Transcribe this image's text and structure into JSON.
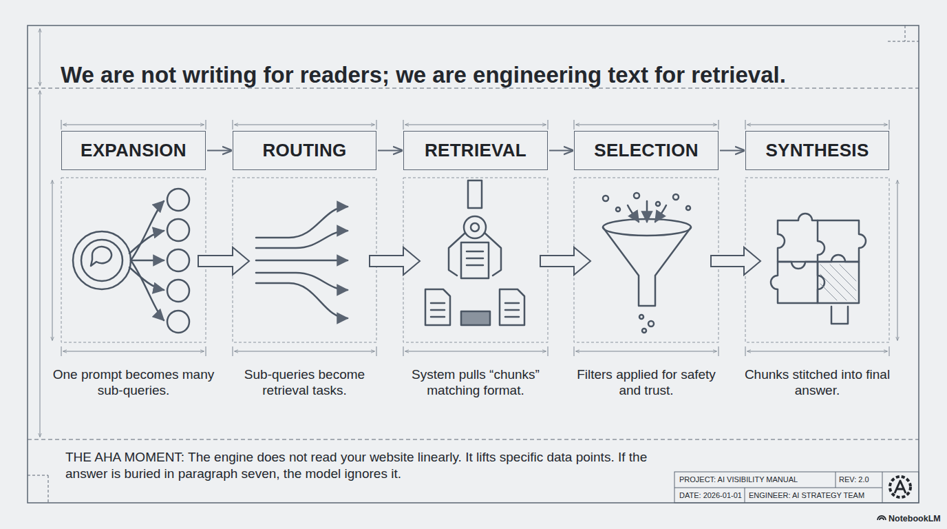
{
  "diagram": {
    "title": "We are not writing for readers; we are engineering text for retrieval.",
    "nodes": [
      {
        "text": [
          "EXPANSION"
        ]
      },
      {
        "text": [
          "ROUTING"
        ]
      },
      {
        "text": [
          "RETRIEVAL"
        ]
      },
      {
        "text": [
          "SELECTION"
        ]
      },
      {
        "text": [
          "SYNTHESIS"
        ]
      }
    ],
    "edges": [
      {
        "from": 0,
        "to": 1,
        "arrow": "to"
      },
      {
        "from": 1,
        "to": 2,
        "arrow": "to"
      },
      {
        "from": 2,
        "to": 3,
        "arrow": "to"
      },
      {
        "from": 3,
        "to": 4,
        "arrow": "to"
      }
    ],
    "labels": [
      "One prompt becomes many sub-queries.",
      "Sub-queries become retrieval tasks.",
      "System pulls “chunks” matching format.",
      "Filters applied for safety and trust.",
      "Chunks stitched into final answer.",
      "THE AHA MOMENT: The engine does not read your website linearly. It lifts specific data points. If the answer is buried in paragraph seven, the model ignores it.",
      "PROJECT: AI VISIBILITY MANUAL",
      "REV: 2.0",
      "DATE: 2026-01-01",
      "ENGINEER: AI STRATEGY TEAM",
      "NotebookLM"
    ]
  }
}
